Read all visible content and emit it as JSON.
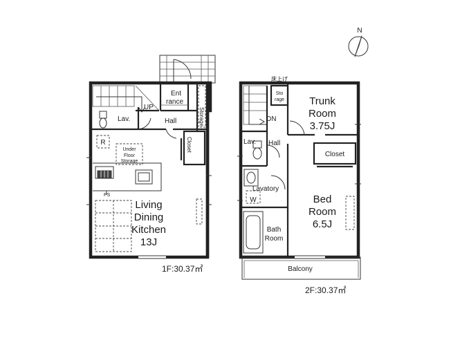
{
  "compass": {
    "label": "N"
  },
  "floor1": {
    "area_label": "1F:30.37㎡",
    "rooms": {
      "entrance_line1": "Ent",
      "entrance_line2": "rance",
      "storage": "Storage",
      "up": "UP",
      "hall": "Hall",
      "lav": "Lav.",
      "closet": "Closet",
      "r_mark": "R",
      "underfloor_line1": "Under",
      "underfloor_line2": "Floor",
      "underfloor_line3": "Storage",
      "ps": "PS",
      "ldk_line1": "Living",
      "ldk_line2": "Dining",
      "ldk_line3": "Kitchen",
      "ldk_line4": "13J"
    }
  },
  "floor2": {
    "area_label": "2F:30.37㎡",
    "rooms": {
      "yukaage": "床上げ",
      "storage_line1": "Sto",
      "storage_line2": "rage",
      "trunk_line1": "Trunk",
      "trunk_line2": "Room",
      "trunk_line3": "3.75J",
      "dn": "DN",
      "lav": "Lav.",
      "hall": "Hall",
      "closet": "Closet",
      "lavatory": "Lavatory",
      "w": "W",
      "bed_line1": "Bed",
      "bed_line2": "Room",
      "bed_line3": "6.5J",
      "bath_line1": "Bath",
      "bath_line2": "Room",
      "balcony": "Balcony"
    }
  }
}
